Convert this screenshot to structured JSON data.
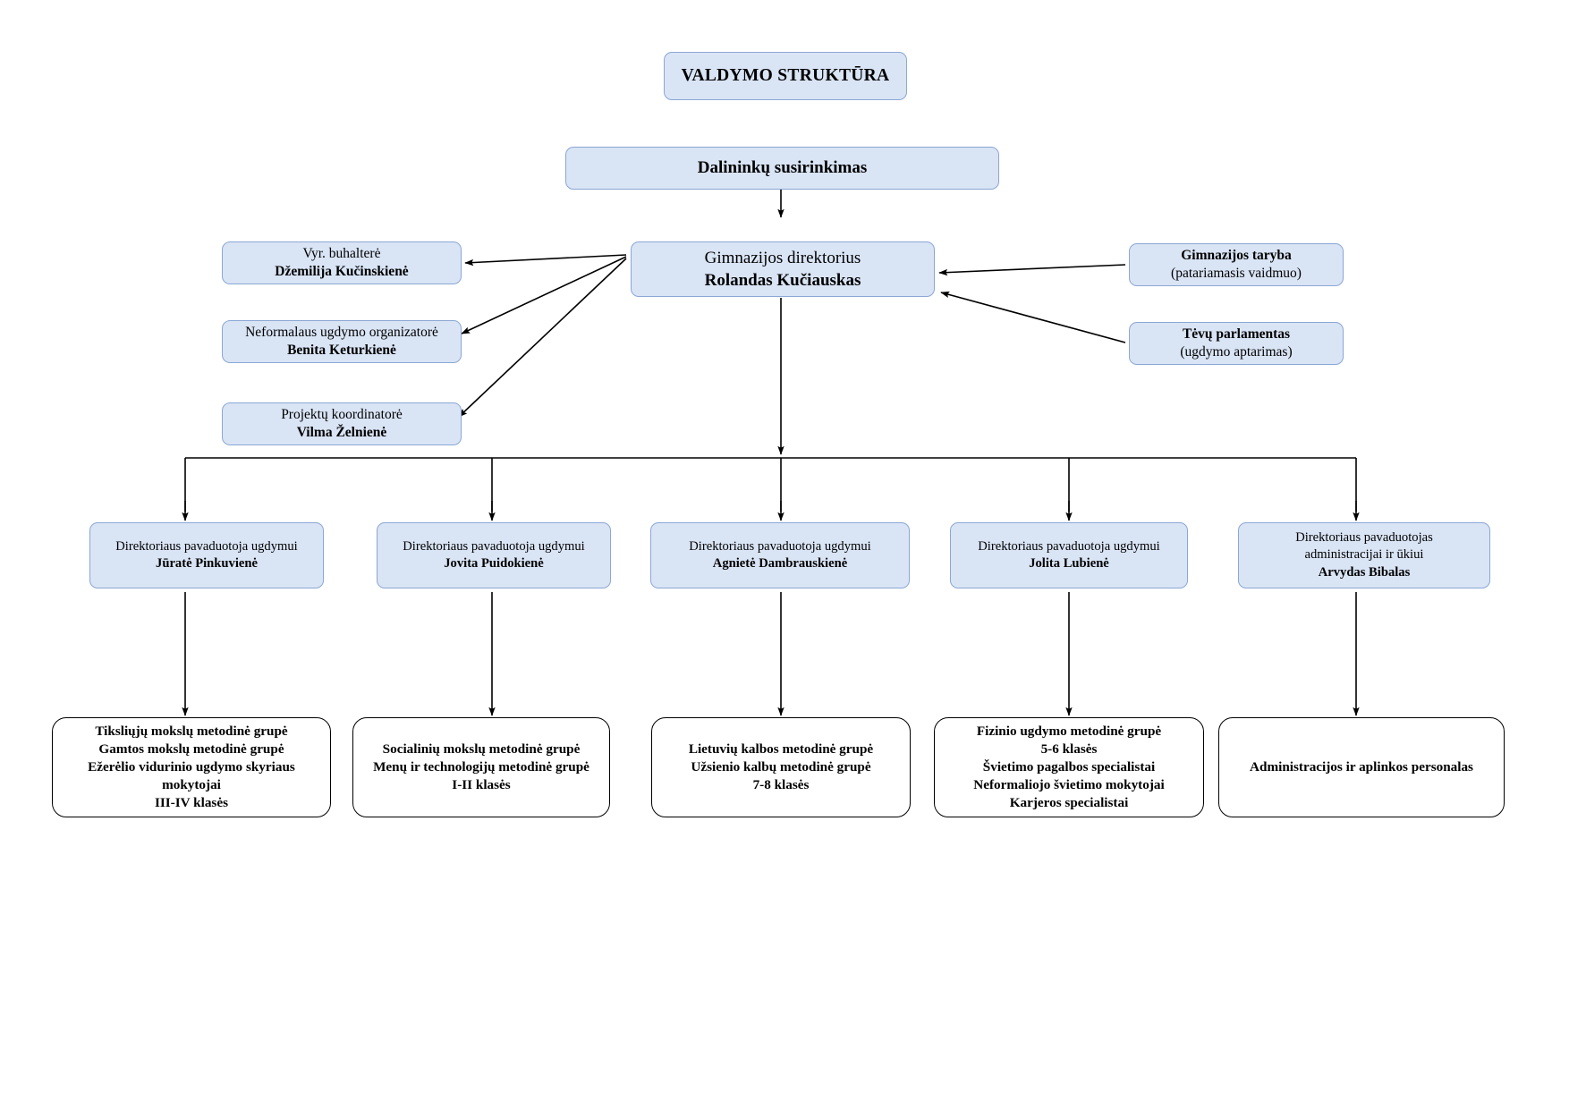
{
  "diagram": {
    "title": "VALDYMO STRUKTŪRA",
    "language": "lt",
    "colors": {
      "box_fill_blue": "#d9e4f5",
      "box_border_blue": "#8ba7d4",
      "box_fill_white": "#ffffff",
      "box_border_black": "#000000",
      "connector": "#000000",
      "text": "#000000"
    }
  },
  "title_box": {
    "label": "VALDYMO STRUKTŪRA"
  },
  "root": {
    "label": "Dalininkų susirinkimas"
  },
  "director": {
    "role": "Gimnazijos direktorius",
    "name": "Rolandas Kučiauskas"
  },
  "left_boxes": [
    {
      "role": "Vyr. buhalterė",
      "name": "Džemilija Kučinskienė"
    },
    {
      "role": "Neformalaus ugdymo organizatorė",
      "name": "Benita Keturkienė"
    },
    {
      "role": "Projektų koordinatorė",
      "name": "Vilma Želnienė"
    }
  ],
  "right_boxes": [
    {
      "title": "Gimnazijos taryba",
      "note": "(patariamasis vaidmuo)"
    },
    {
      "title": "Tėvų parlamentas",
      "note": "(ugdymo aptarimas)"
    }
  ],
  "deputies": [
    {
      "role": "Direktoriaus pavaduotoja ugdymui",
      "name": "Jūratė Pinkuvienė"
    },
    {
      "role": "Direktoriaus pavaduotoja ugdymui",
      "name": "Jovita Puidokienė"
    },
    {
      "role": "Direktoriaus pavaduotoja ugdymui",
      "name": "Agnietė Dambrauskienė"
    },
    {
      "role": "Direktoriaus pavaduotoja ugdymui",
      "name": "Jolita Lubienė"
    },
    {
      "role": "Direktoriaus pavaduotojas",
      "role2": "administracijai ir ūkiui",
      "name": "Arvydas Bibalas"
    }
  ],
  "leaves": [
    {
      "lines": [
        "Tiksliųjų mokslų metodinė grupė",
        "Gamtos mokslų metodinė grupė",
        "Ežerėlio vidurinio ugdymo skyriaus mokytojai",
        "III-IV klasės"
      ]
    },
    {
      "lines": [
        "Socialinių mokslų metodinė grupė",
        "Menų ir technologijų metodinė grupė",
        "I-II klasės"
      ]
    },
    {
      "lines": [
        "Lietuvių kalbos metodinė grupė",
        "Užsienio kalbų metodinė grupė",
        "7-8 klasės"
      ]
    },
    {
      "lines": [
        "Fizinio ugdymo metodinė grupė",
        "5-6 klasės",
        "Švietimo pagalbos specialistai",
        "Neformaliojo švietimo mokytojai",
        "Karjeros specialistai"
      ]
    },
    {
      "lines": [
        "Administracijos ir aplinkos personalas"
      ]
    }
  ]
}
